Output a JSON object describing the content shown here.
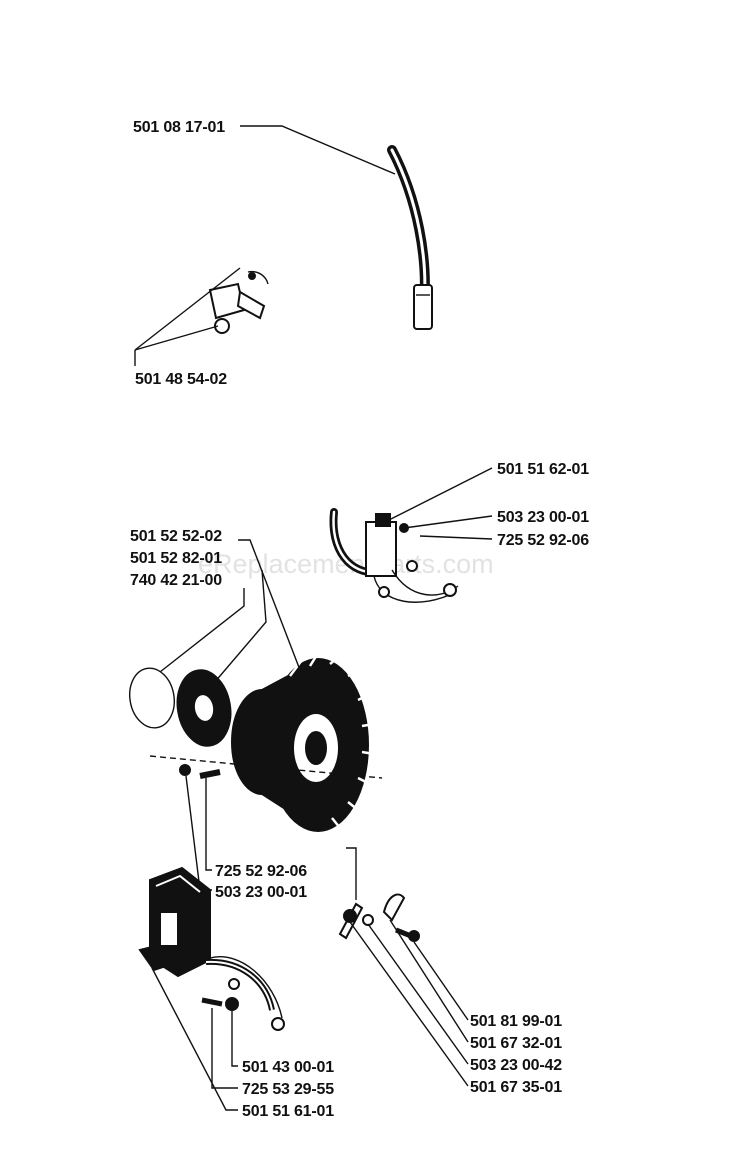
{
  "watermark": "eReplacementParts.com",
  "parts": {
    "ignition_lead": "501 08 17-01",
    "spark_plug_cap": "501 48 54-02",
    "ignition_module": "501 51 62-01",
    "module_washer_top": "503 23 00-01",
    "module_screw_top": "725 52 92-06",
    "flywheel": "501 52 52-02",
    "flywheel_alt": "501 52 82-01",
    "o_ring": "740 42 21-00",
    "flywheel_screw": "725 52 92-06",
    "flywheel_washer": "503 23 00-01",
    "pickup_clip": "501 81 99-01",
    "pickup_spacer": "501 67 32-01",
    "pickup_washer": "503 23 00-42",
    "pickup_bracket": "501 67 35-01",
    "coil_nut": "501 43 00-01",
    "coil_screw": "725 53 29-55",
    "coil": "501 51 61-01"
  }
}
